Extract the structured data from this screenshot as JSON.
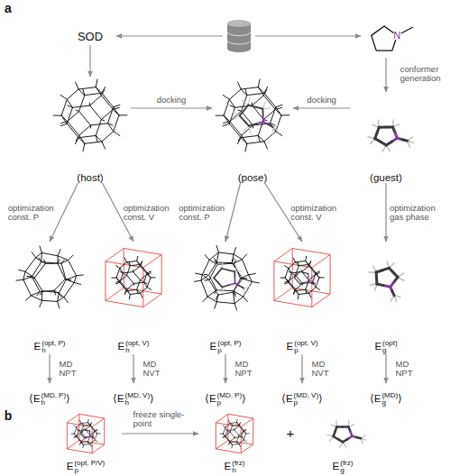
{
  "diagram": {
    "nodes": [
      {
        "text": [
          "SOD"
        ]
      },
      {
        "text": [
          "(host)"
        ]
      },
      {
        "text": [
          "(pose)"
        ]
      },
      {
        "text": [
          "(guest)"
        ]
      },
      {
        "text": [
          "E",
          "h",
          "(opt, P)"
        ]
      },
      {
        "text": [
          "E",
          "h",
          "(opt, V)"
        ]
      },
      {
        "text": [
          "E",
          "p",
          "(opt, P)"
        ]
      },
      {
        "text": [
          "E",
          "p",
          "(opt, V)"
        ]
      },
      {
        "text": [
          "E",
          "g",
          "(opt)"
        ]
      },
      {
        "text": [
          "⟨E",
          "h",
          "(MD, P)",
          "⟩"
        ]
      },
      {
        "text": [
          "⟨E",
          "h",
          "(MD, V)",
          "⟩"
        ]
      },
      {
        "text": [
          "⟨E",
          "p",
          "(MD, P)",
          "⟩"
        ]
      },
      {
        "text": [
          "⟨E",
          "p",
          "(MD, V)",
          "⟩"
        ]
      },
      {
        "text": [
          "⟨E",
          "g",
          "(MD)",
          "⟩"
        ]
      },
      {
        "text": [
          "E",
          "p",
          "(opt, P/V)"
        ]
      },
      {
        "text": [
          "E",
          "h",
          "(frz)"
        ]
      },
      {
        "text": [
          "E",
          "g",
          "(frz)"
        ]
      }
    ],
    "edges": [
      {
        "from": 0,
        "to": 1,
        "arrow": "to"
      },
      {
        "from": 1,
        "to": 2,
        "arrow": "to",
        "label": "docking"
      },
      {
        "from": 3,
        "to": 2,
        "arrow": "to",
        "label": "docking"
      },
      {
        "from": 1,
        "to": 4,
        "arrow": "to",
        "label": "optimization const. P"
      },
      {
        "from": 1,
        "to": 5,
        "arrow": "to",
        "label": "optimization const. V"
      },
      {
        "from": 2,
        "to": 6,
        "arrow": "to",
        "label": "optimization const. P"
      },
      {
        "from": 2,
        "to": 7,
        "arrow": "to",
        "label": "optimization const. V"
      },
      {
        "from": 3,
        "to": 8,
        "arrow": "to",
        "label": "optimization gas phase"
      },
      {
        "from": 4,
        "to": 9,
        "arrow": "to",
        "label": "MD NPT"
      },
      {
        "from": 5,
        "to": 10,
        "arrow": "to",
        "label": "MD NVT"
      },
      {
        "from": 6,
        "to": 11,
        "arrow": "to",
        "label": "MD NPT"
      },
      {
        "from": 7,
        "to": 12,
        "arrow": "to",
        "label": "MD NVT"
      },
      {
        "from": 8,
        "to": 13,
        "arrow": "to",
        "label": "MD NPT"
      },
      {
        "from": 14,
        "to": 15,
        "arrow": "to",
        "label": "freeze single-point"
      }
    ],
    "labels": [
      "a",
      "N",
      "conformer generation",
      "b",
      "+"
    ]
  }
}
